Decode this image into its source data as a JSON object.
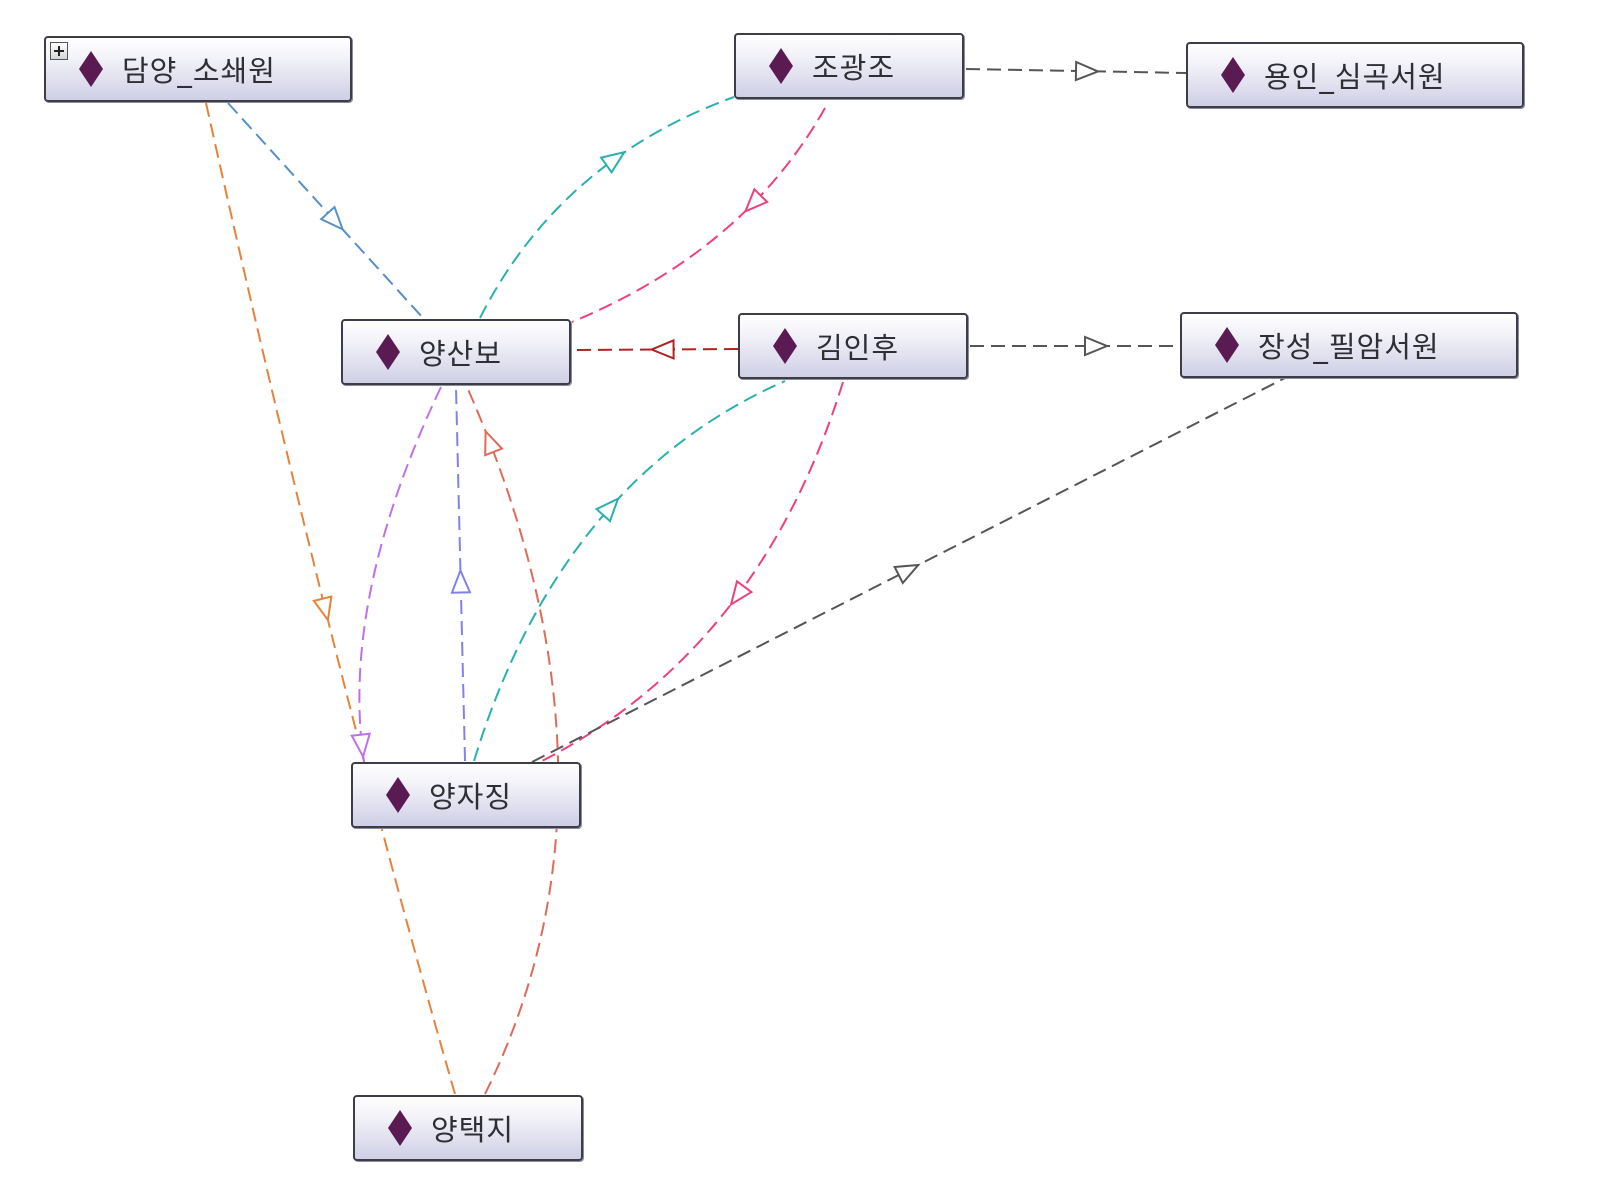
{
  "colors": {
    "node_icon": "#5a1a52",
    "edge_orange": "#e8823a",
    "edge_steel_blue": "#5590c8",
    "edge_teal": "#2ab0b0",
    "edge_pink": "#f0407a",
    "edge_dark_red": "#b22222",
    "edge_gray": "#555555",
    "edge_violet": "#c070e8",
    "edge_periwinkle": "#8080f0",
    "edge_salmon": "#e06a5a"
  },
  "nodes": [
    {
      "id": "damyang",
      "label": "담양_소쇄원",
      "icon": "diamond-icon",
      "expandable": true
    },
    {
      "id": "jo",
      "label": "조광조",
      "icon": "diamond-icon",
      "expandable": false
    },
    {
      "id": "yongin",
      "label": "용인_심곡서원",
      "icon": "diamond-icon",
      "expandable": false
    },
    {
      "id": "yangsanbo",
      "label": "양산보",
      "icon": "diamond-icon",
      "expandable": false
    },
    {
      "id": "kim",
      "label": "김인후",
      "icon": "diamond-icon",
      "expandable": false
    },
    {
      "id": "jangseong",
      "label": "장성_필암서원",
      "icon": "diamond-icon",
      "expandable": false
    },
    {
      "id": "yangjajing",
      "label": "양자징",
      "icon": "diamond-icon",
      "expandable": false
    },
    {
      "id": "yangtaekji",
      "label": "양택지",
      "icon": "diamond-icon",
      "expandable": false
    }
  ],
  "edges": [
    {
      "from": "damyang",
      "to": "yangsanbo",
      "color": "#5590c8"
    },
    {
      "from": "damyang",
      "to": "yangtaekji",
      "color": "#e8823a"
    },
    {
      "from": "yangsanbo",
      "to": "jo",
      "color": "#2ab0b0"
    },
    {
      "from": "jo",
      "to": "yangsanbo",
      "color": "#f0407a"
    },
    {
      "from": "jo",
      "to": "yongin",
      "color": "#555555"
    },
    {
      "from": "kim",
      "to": "yangsanbo",
      "color": "#b22222"
    },
    {
      "from": "kim",
      "to": "jangseong",
      "color": "#555555"
    },
    {
      "from": "yangjajing",
      "to": "kim",
      "color": "#2ab0b0"
    },
    {
      "from": "kim",
      "to": "yangjajing",
      "color": "#f0407a"
    },
    {
      "from": "yangjajing",
      "to": "jangseong",
      "color": "#555555"
    },
    {
      "from": "yangjajing",
      "to": "yangsanbo",
      "color": "#8080f0"
    },
    {
      "from": "yangsanbo",
      "to": "yangjajing",
      "color": "#c070e8"
    },
    {
      "from": "yangtaekji",
      "to": "yangjajing",
      "color": "#e06a5a"
    }
  ]
}
